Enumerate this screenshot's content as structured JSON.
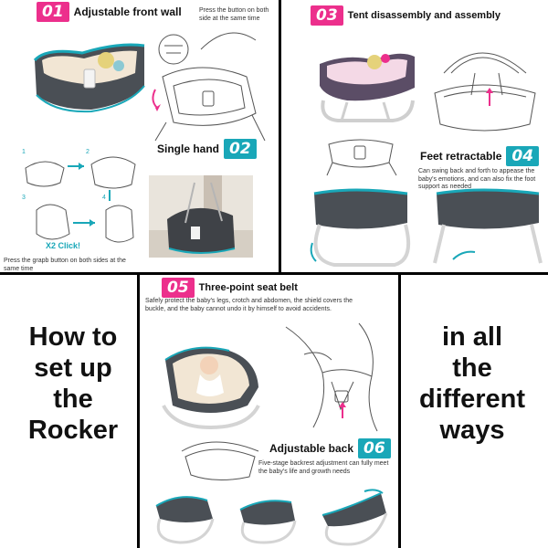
{
  "colors": {
    "pink": "#ec2f8c",
    "teal": "#19a7b8",
    "fabric": "#4a4f55",
    "lining": "#f2e6d4",
    "frame": "#e8e8e8"
  },
  "step01": {
    "num": "01",
    "title": "Adjustable front wall",
    "note": "Press the button on both side  at the same time"
  },
  "step02": {
    "num": "02",
    "title": "Single hand",
    "note": "Press the grapb button on both sides at the same time",
    "click_label": "X2 Click!",
    "step_labels": [
      "1",
      "2",
      "3",
      "4"
    ]
  },
  "step03": {
    "num": "03",
    "title": "Tent disassembly  and assembly"
  },
  "step04": {
    "num": "04",
    "title": "Feet retractable",
    "note": "Can swing back and forth to appease the baby's emotions, and can also fix the foot support as needed"
  },
  "step05": {
    "num": "05",
    "title": "Three-point seat belt",
    "note": "Safely protect the baby's legs, crotch and abdomen, the shield covers the buckle, and the baby cannot undo it by himself to avoid accidents."
  },
  "step06": {
    "num": "06",
    "title": "Adjustable back",
    "note": "Five-stage backrest adjustment can fully meet the baby's life and growth needs"
  },
  "caption_left": {
    "line1": "How to",
    "line2": "set up",
    "line3": "the",
    "line4": "Rocker"
  },
  "caption_right": {
    "line1": "in all",
    "line2": "the",
    "line3": "different",
    "line4": "ways"
  }
}
